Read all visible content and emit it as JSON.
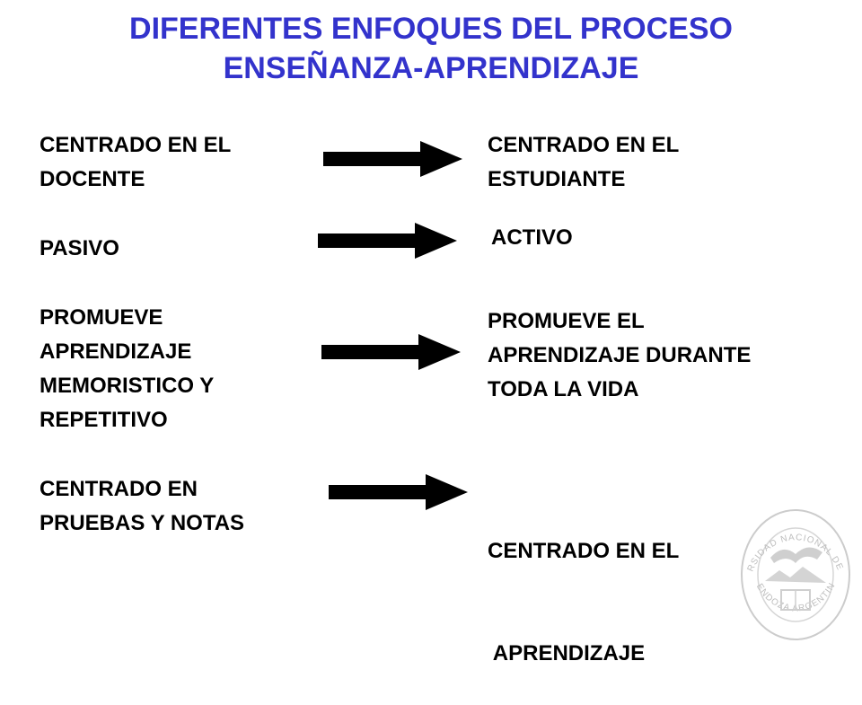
{
  "title": {
    "line1": "DIFERENTES ENFOQUES DEL PROCESO",
    "line2": "ENSEÑANZA-APRENDIZAJE"
  },
  "rows": [
    {
      "left": [
        "CENTRADO EN EL",
        "DOCENTE"
      ],
      "right": [
        "CENTRADO EN EL",
        "ESTUDIANTE"
      ]
    },
    {
      "left": [
        "PASIVO"
      ],
      "right": [
        "ACTIVO"
      ]
    },
    {
      "left": [
        "PROMUEVE",
        "APRENDIZAJE",
        "MEMORISTICO Y",
        "REPETITIVO"
      ],
      "right": [
        "PROMUEVE EL",
        "APRENDIZAJE DURANTE",
        "TODA LA VIDA"
      ]
    },
    {
      "left": [
        "CENTRADO EN",
        "PRUEBAS Y NOTAS"
      ],
      "right": [
        "CENTRADO EN EL",
        " APRENDIZAJE"
      ]
    }
  ],
  "seal": {
    "text": "UNIVERSIDAD NACIONAL DE CUYO · MENDOZA ARGENTINA",
    "icon": "university-seal-icon"
  },
  "colors": {
    "title": "#3333cc",
    "text": "#000000",
    "arrow": "#000000",
    "seal": "#c8c8c8"
  }
}
